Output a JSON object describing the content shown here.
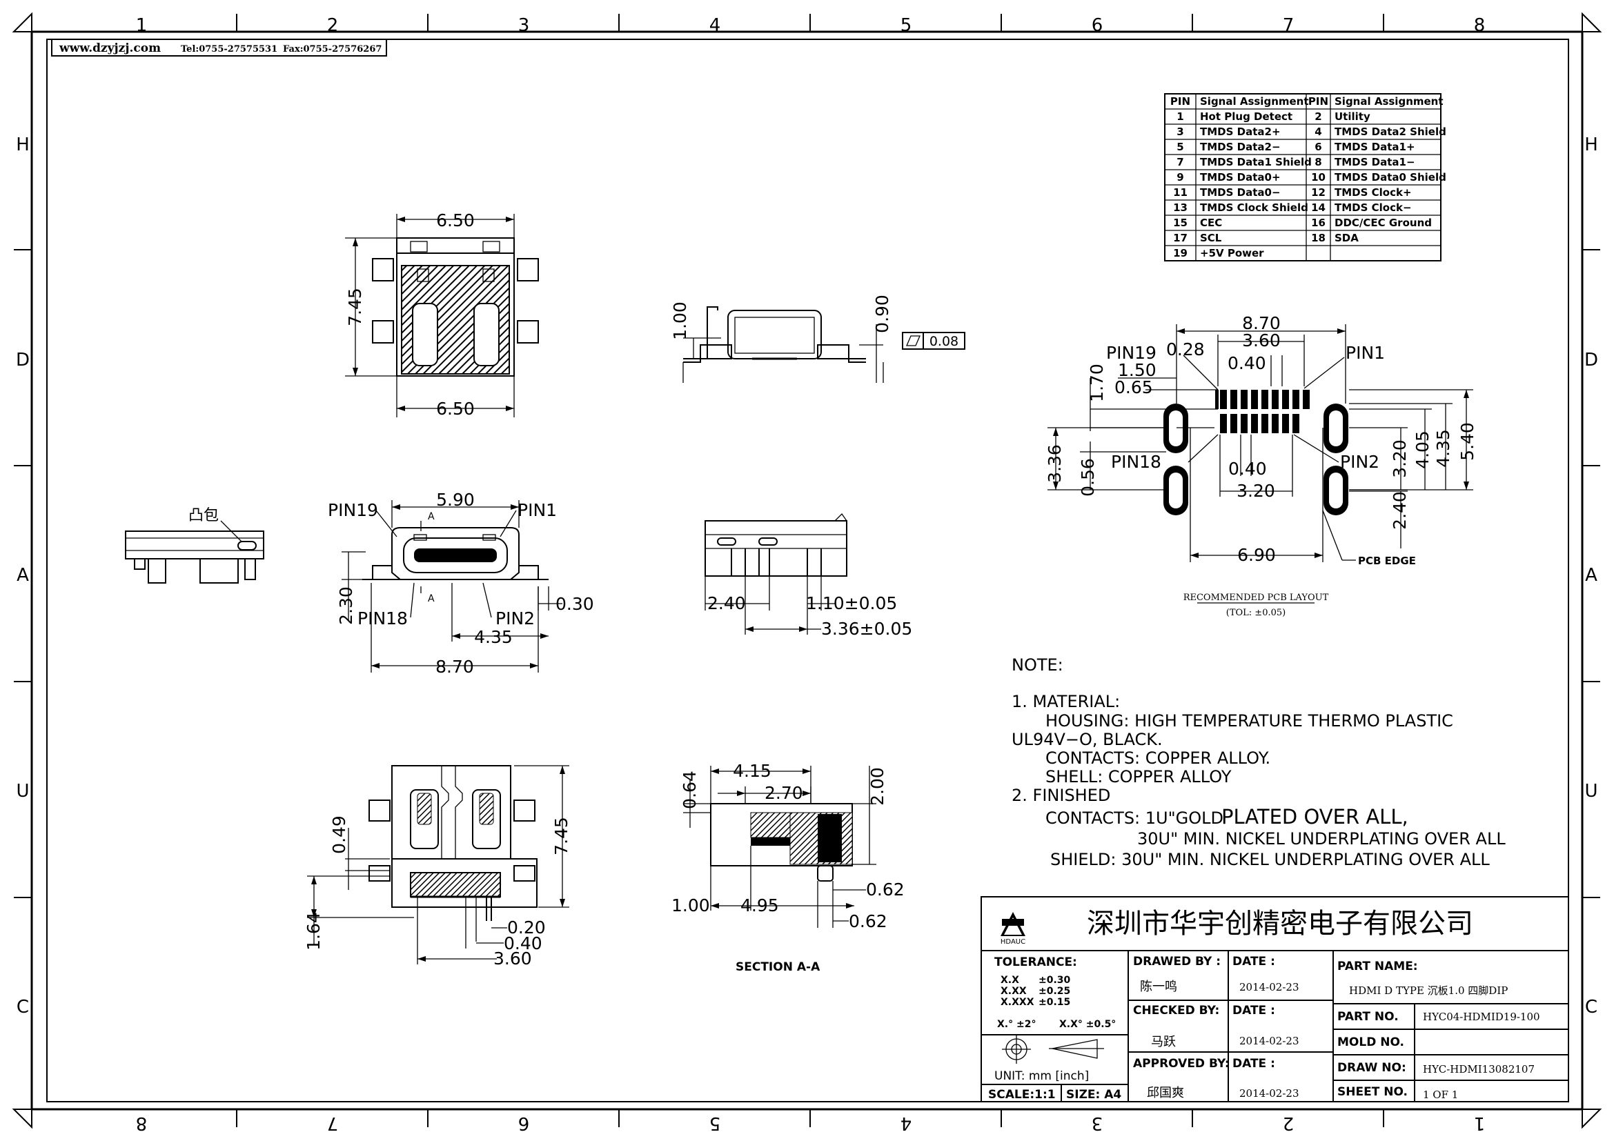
{
  "header": {
    "website": "www.dzyjzj.com",
    "tel": "Tel:0755-27575531",
    "fax": "Fax:0755-27576267"
  },
  "frame": {
    "cols_top": [
      "1",
      "2",
      "3",
      "4",
      "5",
      "6",
      "7",
      "8"
    ],
    "cols_bottom": [
      "8",
      "7",
      "6",
      "5",
      "4",
      "3",
      "2",
      "1"
    ],
    "rows_left": [
      "H",
      "D",
      "A",
      "U",
      "C"
    ],
    "rows_right": [
      "H",
      "D",
      "A",
      "U",
      "C"
    ]
  },
  "pin_table": {
    "headers": [
      "PIN",
      "Signal Assignment",
      "PIN",
      "Signal Assignment"
    ],
    "rows": [
      [
        "1",
        "Hot Plug Detect",
        "2",
        "Utility"
      ],
      [
        "3",
        "TMDS Data2+",
        "4",
        "TMDS Data2 Shield"
      ],
      [
        "5",
        "TMDS Data2−",
        "6",
        "TMDS Data1+"
      ],
      [
        "7",
        "TMDS Data1 Shield",
        "8",
        "TMDS Data1−"
      ],
      [
        "9",
        "TMDS Data0+",
        "10",
        "TMDS Data0 Shield"
      ],
      [
        "11",
        "TMDS Data0−",
        "12",
        "TMDS Clock+"
      ],
      [
        "13",
        "TMDS Clock Shield",
        "14",
        "TMDS Clock−"
      ],
      [
        "15",
        "CEC",
        "16",
        "DDC/CEC Ground"
      ],
      [
        "17",
        "SCL",
        "18",
        "SDA"
      ],
      [
        "19",
        "+5V Power",
        "",
        ""
      ]
    ]
  },
  "top_view": {
    "width_top": "6.50",
    "width_bottom": "6.50",
    "height": "7.45"
  },
  "side_view": {
    "h1": "1.00",
    "h2": "0.90",
    "flatness": "0.08"
  },
  "bump_view": {
    "label": "凸包"
  },
  "front_view": {
    "width": "5.90",
    "pin19": "PIN19",
    "pin1": "PIN1",
    "pin18": "PIN18",
    "pin2": "PIN2",
    "section": "A",
    "h": "2.30",
    "t": "0.30",
    "half": "4.35",
    "total": "8.70"
  },
  "rear_side_view": {
    "a": "2.40",
    "b": "1.10±0.05",
    "c": "3.36±0.05"
  },
  "bottom_view": {
    "a": "0.49",
    "b": "7.45",
    "c": "1.64",
    "d": "0.20",
    "e": "0.40",
    "f": "3.60"
  },
  "section_view": {
    "title": "SECTION A-A",
    "a": "4.15",
    "b": "2.70",
    "c": "0.64",
    "d": "2.00",
    "e": "1.00",
    "f": "4.95",
    "g": "0.62",
    "h": "0.62"
  },
  "pcb_layout": {
    "title": "RECOMMENDED PCB LAYOUT",
    "tol": "(TOL: ±0.05)",
    "pin19": "PIN19",
    "pin1": "PIN1",
    "pin18": "PIN18",
    "pin2": "PIN2",
    "pcb_edge": "PCB EDGE",
    "d870": "8.70",
    "d360": "3.60",
    "d028": "0.28",
    "d040a": "0.40",
    "d150": "1.50",
    "d065": "0.65",
    "d170": "1.70",
    "d336": "3.36",
    "d056": "0.56",
    "d040b": "0.40",
    "d320a": "3.20",
    "d320b": "3.20",
    "d405": "4.05",
    "d435": "4.35",
    "d540": "5.40",
    "d240": "2.40",
    "d690": "6.90"
  },
  "notes": {
    "title": "NOTE:",
    "l1": "1.  MATERIAL:",
    "l2": "HOUSING:  HIGH  TEMPERATURE  THERMO    PLASTIC",
    "l3": "UL94V−O,  BLACK.",
    "l4": "CONTACTS:  COPPER  ALLOY.",
    "l5": "SHELL:  COPPER  ALLOY",
    "l6": "2.  FINISHED",
    "l7a": "CONTACTS:  1U\"GOLD",
    "l7b": "PLATED  OVER  ALL,",
    "l8": "30U\"  MIN.  NICKEL  UNDERPLATING  OVER  ALL",
    "l9": "SHIELD:  30U\"  MIN.  NICKEL  UNDERPLATING  OVER  ALL"
  },
  "title_block": {
    "company": "深圳市华宇创精密电子有限公司",
    "logo_text": "HDAUC",
    "tolerance_label": "TOLERANCE:",
    "tol_x": "X.X",
    "tol_x_val": "±0.30",
    "tol_xx": "X.XX",
    "tol_xx_val": "±0.25",
    "tol_xxx": "X.XXX",
    "tol_xxx_val": "±0.15",
    "tol_ang1": "X.°  ±2°",
    "tol_ang2": "X.X°  ±0.5°",
    "unit": "UNIT:  mm  [inch]",
    "scale": "SCALE:1:1",
    "size": "SIZE:  A4",
    "drawn_by_label": "DRAWED  BY :",
    "drawn_by": "陈一鸣",
    "checked_by_label": "CHECKED  BY:",
    "checked_by": "马跃",
    "approved_by_label": "APPROVED  BY:",
    "approved_by": "邱国爽",
    "date_label": "DATE :",
    "date1": "2014-02-23",
    "date2": "2014-02-23",
    "date3": "2014-02-23",
    "part_name_label": "PART  NAME:",
    "part_name": "HDMI  D  TYPE  沉板1.0  四脚DIP",
    "part_no_label": "PART  NO.",
    "part_no": "HYC04-HDMID19-100",
    "mold_no_label": "MOLD  NO.",
    "mold_no": "",
    "draw_no_label": "DRAW  NO:",
    "draw_no": "HYC-HDMI13082107",
    "sheet_no_label": "SHEET  NO.",
    "sheet_no": "1  OF  1"
  }
}
